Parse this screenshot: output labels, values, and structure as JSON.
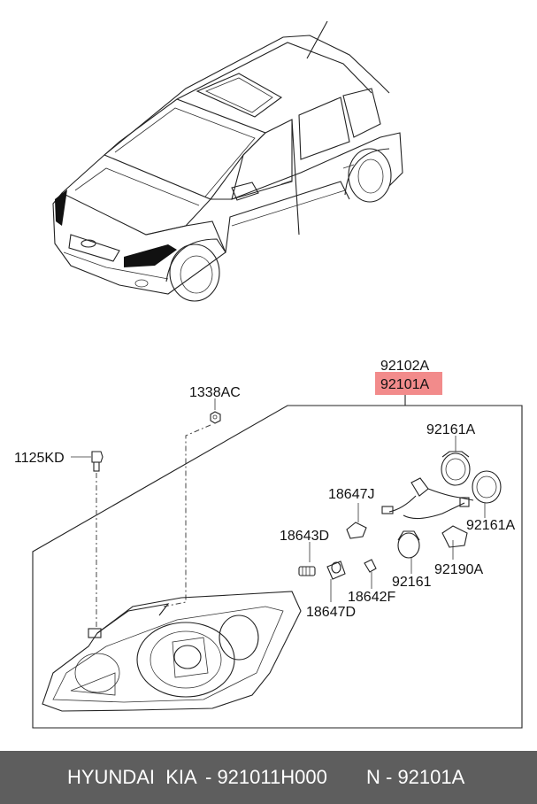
{
  "labels": {
    "assembly_rh": "92102A",
    "assembly_lh": "92101A",
    "nut": "1338AC",
    "screw": "1125KD",
    "bulb_socket_top": "92161A",
    "bulb_socket_right": "92161A",
    "bulb_18647j": "18647J",
    "bulb_18643d": "18643D",
    "bulb_18647d": "18647D",
    "bulb_18642f": "18642F",
    "socket_92161": "92161",
    "actuator": "92190A"
  },
  "highlight": {
    "part": "92101A",
    "color": "#f28b8b"
  },
  "footer": {
    "brand": "HYUNDAI  KIA",
    "part_number": "- 921011H000",
    "ref": "N - 92101A",
    "background": "#5e5e5e"
  }
}
